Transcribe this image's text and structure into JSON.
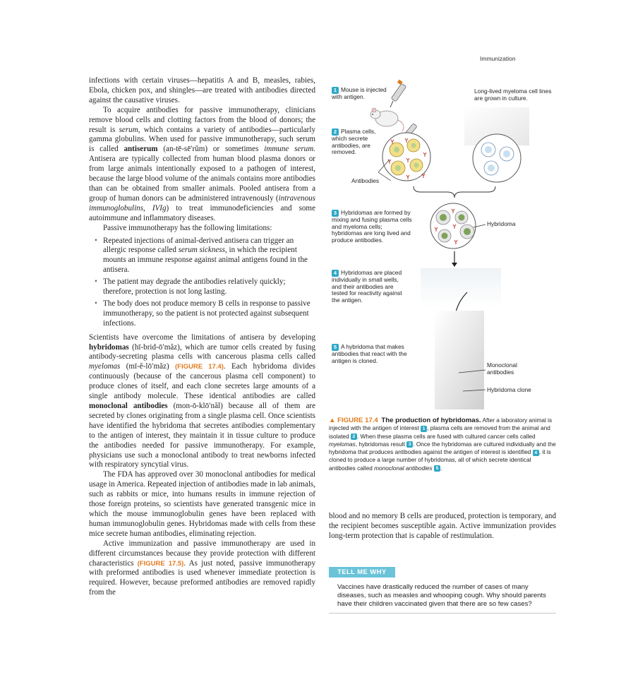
{
  "header": {
    "running_head": "Immunization"
  },
  "left": {
    "p1": "infections with certain viruses—hepatitis A and B, measles, rabies, Ebola, chicken pox, and shingles—are treated with antibodies directed against the causative viruses.",
    "p2a": "To acquire antibodies for passive immunotherapy, clinicians remove blood cells and clotting factors from the blood of donors; the result is ",
    "p2_serum": "serum",
    "p2b": ", which contains a variety of antibodies—particularly gamma globulins. When used for passive immunotherapy, such serum is called ",
    "p2_antiserum": "antiserum",
    "p2c": " (an-tē-sē′rŭm) or sometimes ",
    "p2_immune": "immune serum.",
    "p2d": " Antisera are typically collected from human blood plasma donors or from large animals intentionally exposed to a pathogen of interest, because the large blood volume of the animals contains more antibodies than can be obtained from smaller animals. Pooled antisera from a group of human donors can be administered intravenously (",
    "p2_ivig": "intravenous immunoglobulins, IVIg",
    "p2e": ") to treat immunodeficiencies and some autoimmune and inflammatory diseases.",
    "p3": "Passive immunotherapy has the following limitations:",
    "bullet1a": "Repeated injections of animal-derived antisera can trigger an allergic response called ",
    "bullet1_em": "serum sickness",
    "bullet1b": ", in which the recipient mounts an immune response against animal antigens found in the antisera.",
    "bullet2": "The patient may degrade the antibodies relatively quickly; therefore, protection is not long lasting.",
    "bullet3": "The body does not produce memory B cells in response to passive immunotherapy, so the patient is not protected against subsequent infections.",
    "p4a": "Scientists have overcome the limitations of antisera by developing ",
    "p4_hybridomas": "hybridomas",
    "p4b": " (hī-brid-ō′măz), which are tumor cells created by fusing antibody-secreting plasma cells with cancerous plasma cells called ",
    "p4_myelomas": "myelomas",
    "p4c": " (mī-ĕ-lō′măz) ",
    "p4_figref": "(FIGURE 17.4)",
    "p4d": ". Each hybridoma divides continuously (because of the cancerous plasma cell component) to produce clones of itself, and each clone secretes large amounts of a single antibody molecule. These identical antibodies are called ",
    "p4_mab": "monoclonal antibodies",
    "p4e": " (mon-ō-klō′năl) because all of them are secreted by clones originating from a single plasma cell. Once scientists have identified the hybridoma that secretes antibodies complementary to the antigen of interest, they maintain it in tissue culture to produce the antibodies needed for passive immunotherapy. For example, physicians use such a monoclonal antibody to treat newborns infected with respiratory syncytial virus.",
    "p5": "The FDA has approved over 30 monoclonal antibodies for medical usage in America. Repeated injection of antibodies made in lab animals, such as rabbits or mice, into humans results in immune rejection of those foreign proteins, so scientists have generated transgenic mice in which the mouse immunoglobulin genes have been replaced with human immunoglobulin genes. Hybridomas made with cells from these mice secrete human antibodies, eliminating rejection.",
    "p6a": "Active immunization and passive immunotherapy are used in different circumstances because they provide protection with different characteristics ",
    "p6_figref": "(FIGURE 17.5)",
    "p6b": ". As just noted, passive immunotherapy with preformed antibodies is used whenever immediate protection is required. However, because preformed antibodies are removed rapidly from the"
  },
  "right": {
    "continuation": "blood and no memory B cells are produced, protection is temporary, and the recipient becomes susceptible again. Active immunization provides long-term protection that is capable of restimulation."
  },
  "figure": {
    "step1_num": "1",
    "step1": "Mouse is injected with antigen.",
    "myeloma_label": "Long-lived myeloma cell lines are grown in culture.",
    "step2_num": "2",
    "step2": "Plasma cells, which secrete antibodies, are removed.",
    "antibodies_label": "Antibodies",
    "step3_num": "3",
    "step3": "Hybridomas are formed by mixing and fusing plasma cells and myeloma cells; hybridomas are long lived and produce antibodies.",
    "hybridoma_label": "Hybridoma",
    "step4_num": "4",
    "step4": "Hybridomas are placed individually in small wells, and their antibodies are tested for reactivity against the antigen.",
    "step5_num": "5",
    "step5": "A hybridoma that makes antibodies that react with the antigen is cloned.",
    "monoclonal_label": "Monoclonal antibodies",
    "clone_label": "Hybridoma clone",
    "colors": {
      "step_badge": "#2fa8c7",
      "plasma_cell": "#f3df8a",
      "myeloma_cell": "#c8dff2",
      "hybridoma_cell": "#7fa25a",
      "antibody": "#c0392b"
    }
  },
  "caption": {
    "fig": "▲ FIGURE 17.4",
    "title": "The production of hybridomas.",
    "t1": " After a laboratory animal is injected with the antigen of interest ",
    "n1": "1",
    "t2": ", plasma cells are removed from the animal and isolated ",
    "n2": "2",
    "t3": ". When these plasma cells are fused with cultured cancer cells called ",
    "em1": "myelomas",
    "t4": ", hybridomas result ",
    "n3": "3",
    "t5": ". Once the hybridomas are cultured individually and the hybridoma that produces antibodies against the antigen of interest is identified ",
    "n4": "4",
    "t6": ", it is cloned to produce a large number of hybridomas, all of which secrete identical antibodies called ",
    "em2": "monoclonal antibodies",
    "n5": "5",
    "t7": "."
  },
  "tell_me_why": {
    "header": "TELL ME WHY",
    "text": "Vaccines have drastically reduced the number of cases of many diseases, such as measles and whooping cough. Why should parents have their children vaccinated given that there are so few cases?"
  }
}
